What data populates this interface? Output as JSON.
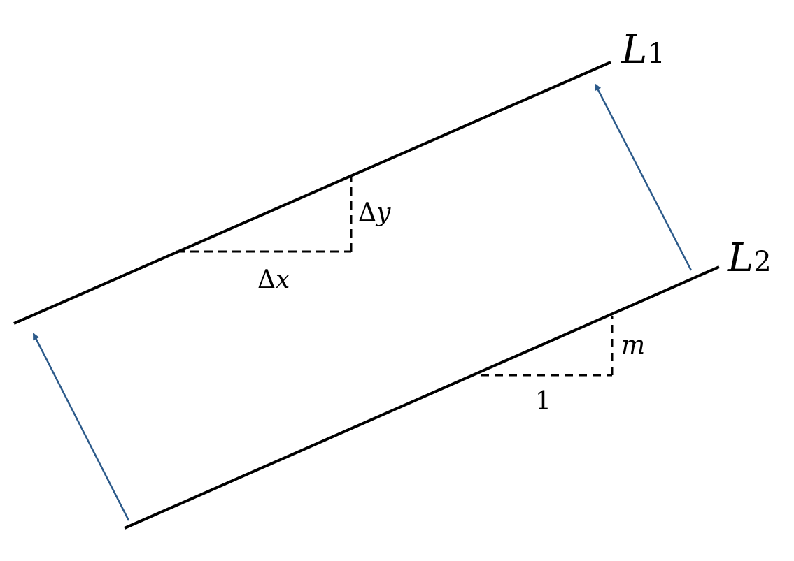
{
  "diagram": {
    "lines": [
      {
        "id": "L1",
        "label_main": "L",
        "label_sub": "1"
      },
      {
        "id": "L2",
        "label_main": "L",
        "label_sub": "2"
      }
    ],
    "triangle_L1": {
      "run_delta": "Δ",
      "run_var": "x",
      "rise_delta": "Δ",
      "rise_var": "y"
    },
    "triangle_L2": {
      "run": "1",
      "rise": "m"
    },
    "colors": {
      "lines": "#000000",
      "arrows": "#2c5a8a"
    }
  }
}
